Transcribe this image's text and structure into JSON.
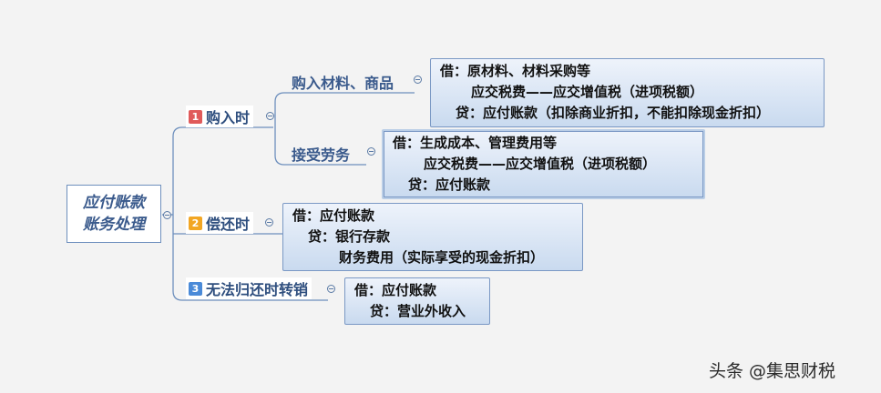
{
  "root": {
    "line1": "应付账款",
    "line2": "账务处理"
  },
  "branches": [
    {
      "num": "1",
      "label": "购入时",
      "badge_color": "#e05a5a",
      "children": [
        {
          "label": "购入材料、商品",
          "lines": [
            "借：原材料、材料采购等",
            "应交税费——应交增值税（进项税额）",
            "贷：应付账款（扣除商业折扣，不能扣除现金折扣）"
          ]
        },
        {
          "label": "接受劳务",
          "lines": [
            "借：生成成本、管理费用等",
            "应交税费——应交增值税（进项税额）",
            "贷：应付账款"
          ]
        }
      ]
    },
    {
      "num": "2",
      "label": "偿还时",
      "badge_color": "#f2a623",
      "lines": [
        "借：应付账款",
        "贷：银行存款",
        "财务费用（实际享受的现金折扣）"
      ]
    },
    {
      "num": "3",
      "label": "无法归还时转销",
      "badge_color": "#4a8ad8",
      "lines": [
        "借：应付账款",
        "贷：营业外收入"
      ]
    }
  ],
  "watermark": "头条 @集思财税",
  "colors": {
    "line": "#6d8fbd",
    "box_top": "#eef3fb",
    "box_bottom": "#c9daef"
  }
}
